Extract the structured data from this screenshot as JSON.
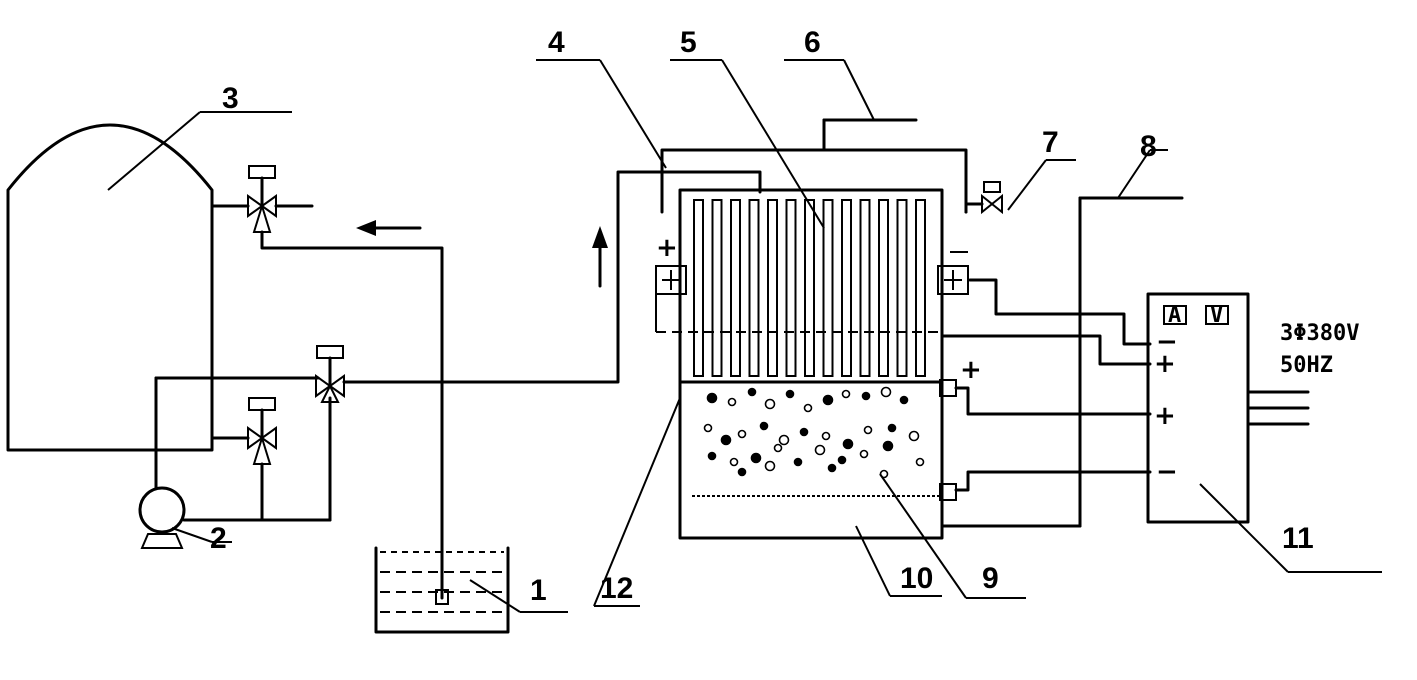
{
  "labels": {
    "l1": "1",
    "l2": "2",
    "l3": "3",
    "l4": "4",
    "l5": "5",
    "l6": "6",
    "l7": "7",
    "l8": "8",
    "l9": "9",
    "l10": "10",
    "l11": "11",
    "l12": "12"
  },
  "power_supply": {
    "meter_a": "A",
    "meter_v": "V",
    "line1": "3Φ380V",
    "line2": "50HZ"
  },
  "polarity": {
    "plus": "+",
    "minus": "−"
  }
}
